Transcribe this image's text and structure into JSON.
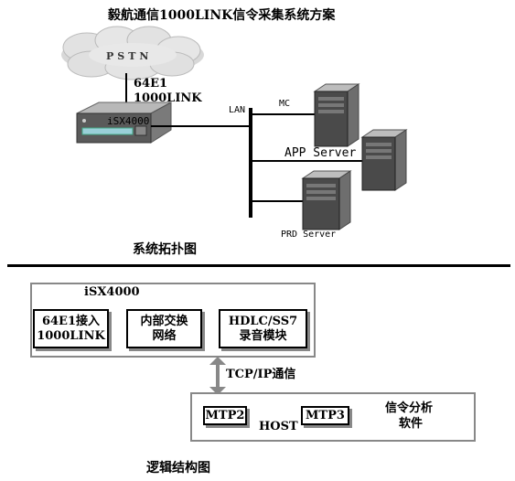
{
  "title": "毅航通信1000LINK信令采集系统方案",
  "topology": {
    "caption": "系统拓扑图",
    "cloud_label": "PSTN",
    "link_label_line1": "64E1",
    "link_label_line2": "1000LINK",
    "device_label": "iSX4000",
    "lan_label": "LAN",
    "servers": [
      {
        "label": "MC"
      },
      {
        "label": "APP Server"
      },
      {
        "label": "PRD Server"
      }
    ]
  },
  "logic": {
    "caption": "逻辑结构图",
    "upper_group_label": "iSX4000",
    "upper_boxes": [
      {
        "line1": "64E1接入",
        "line2": "1000LINK"
      },
      {
        "line1": "内部交换",
        "line2": "网络"
      },
      {
        "line1": "HDLC/SS7",
        "line2": "录音模块"
      }
    ],
    "arrow_label": "TCP/IP通信",
    "lower_group_label": "HOST",
    "lower_boxes": [
      {
        "label": "MTP2"
      },
      {
        "label": "MTP3"
      }
    ],
    "analysis_line1": "信令分析",
    "analysis_line2": "软件"
  }
}
